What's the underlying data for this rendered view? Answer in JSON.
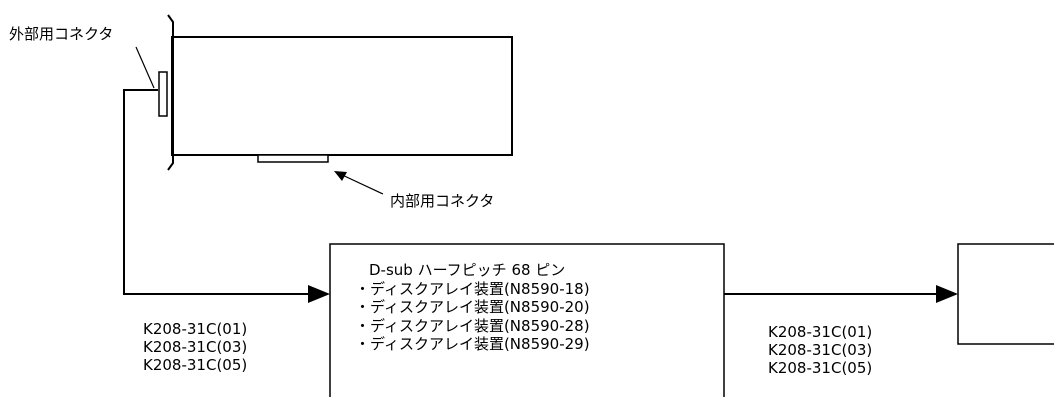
{
  "labels": {
    "external_connector": "外部用コネクタ",
    "internal_connector": "内部用コネクタ"
  },
  "connector_box": {
    "title": "D-sub ハーフピッチ 68 ピン",
    "items": [
      "・ディスクアレイ装置(N8590-18)",
      "・ディスクアレイ装置(N8590-20)",
      "・ディスクアレイ装置(N8590-28)",
      "・ディスクアレイ装置(N8590-29)"
    ]
  },
  "cables_left": [
    "K208-31C(01)",
    "K208-31C(03)",
    "K208-31C(05)"
  ],
  "cables_right": [
    "K208-31C(01)",
    "K208-31C(03)",
    "K208-31C(05)"
  ]
}
